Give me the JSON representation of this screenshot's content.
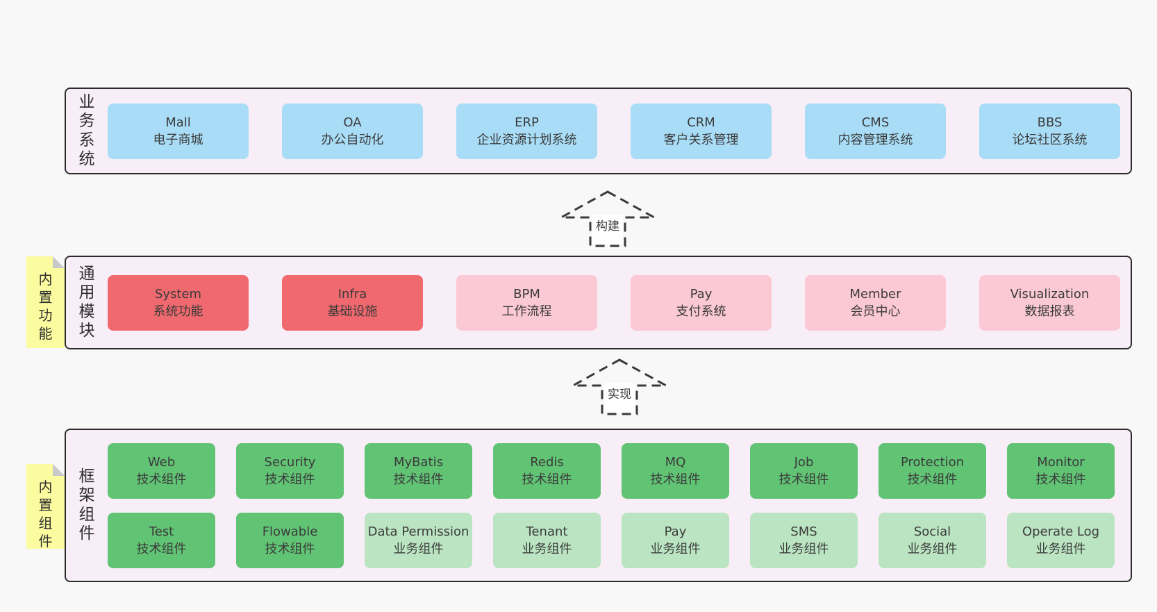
{
  "diagram": {
    "arrows": [
      {
        "label": "构建"
      },
      {
        "label": "实现"
      }
    ],
    "layers": [
      {
        "label": "业务系统",
        "boxes": [
          {
            "en": "Mall",
            "zh": "电子商城",
            "variant": "blue"
          },
          {
            "en": "OA",
            "zh": "办公自动化",
            "variant": "blue"
          },
          {
            "en": "ERP",
            "zh": "企业资源计划系统",
            "variant": "blue"
          },
          {
            "en": "CRM",
            "zh": "客户关系管理",
            "variant": "blue"
          },
          {
            "en": "CMS",
            "zh": "内容管理系统",
            "variant": "blue"
          },
          {
            "en": "BBS",
            "zh": "论坛社区系统",
            "variant": "blue"
          }
        ]
      },
      {
        "label": "通用模块",
        "note": "内置功能",
        "boxes": [
          {
            "en": "System",
            "zh": "系统功能",
            "variant": "red"
          },
          {
            "en": "Infra",
            "zh": "基础设施",
            "variant": "red"
          },
          {
            "en": "BPM",
            "zh": "工作流程",
            "variant": "pink"
          },
          {
            "en": "Pay",
            "zh": "支付系统",
            "variant": "pink"
          },
          {
            "en": "Member",
            "zh": "会员中心",
            "variant": "pink"
          },
          {
            "en": "Visualization",
            "zh": "数据报表",
            "variant": "pink"
          }
        ]
      },
      {
        "label": "框架组件",
        "note": "内置组件",
        "row1": [
          {
            "en": "Web",
            "zh": "技术组件",
            "variant": "green-dark"
          },
          {
            "en": "Security",
            "zh": "技术组件",
            "variant": "green-dark"
          },
          {
            "en": "MyBatis",
            "zh": "技术组件",
            "variant": "green-dark"
          },
          {
            "en": "Redis",
            "zh": "技术组件",
            "variant": "green-dark"
          },
          {
            "en": "MQ",
            "zh": "技术组件",
            "variant": "green-dark"
          },
          {
            "en": "Job",
            "zh": "技术组件",
            "variant": "green-dark"
          },
          {
            "en": "Protection",
            "zh": "技术组件",
            "variant": "green-dark"
          },
          {
            "en": "Monitor",
            "zh": "技术组件",
            "variant": "green-dark"
          }
        ],
        "row2": [
          {
            "en": "Test",
            "zh": "技术组件",
            "variant": "green-dark"
          },
          {
            "en": "Flowable",
            "zh": "技术组件",
            "variant": "green-dark"
          },
          {
            "en": "Data Permission",
            "zh": "业务组件",
            "variant": "green-light"
          },
          {
            "en": "Tenant",
            "zh": "业务组件",
            "variant": "green-light"
          },
          {
            "en": "Pay",
            "zh": "业务组件",
            "variant": "green-light"
          },
          {
            "en": "SMS",
            "zh": "业务组件",
            "variant": "green-light"
          },
          {
            "en": "Social",
            "zh": "业务组件",
            "variant": "green-light"
          },
          {
            "en": "Operate Log",
            "zh": "业务组件",
            "variant": "green-light"
          }
        ]
      }
    ],
    "colors": {
      "page_background": "#f8f8f8",
      "container_background": "#f8eef7",
      "container_border": "#2b2b2b",
      "blue_box": "#a9ddf7",
      "red_box": "#f0696e",
      "pink_box": "#fbc9d4",
      "green_dark_box": "#61c374",
      "green_light_box": "#bbe5c2",
      "sticky_note": "#fbfca0",
      "note_fold": "#c9c9c9",
      "arrow_stroke": "#3a3a3a",
      "text": "#3b3b3b"
    }
  }
}
